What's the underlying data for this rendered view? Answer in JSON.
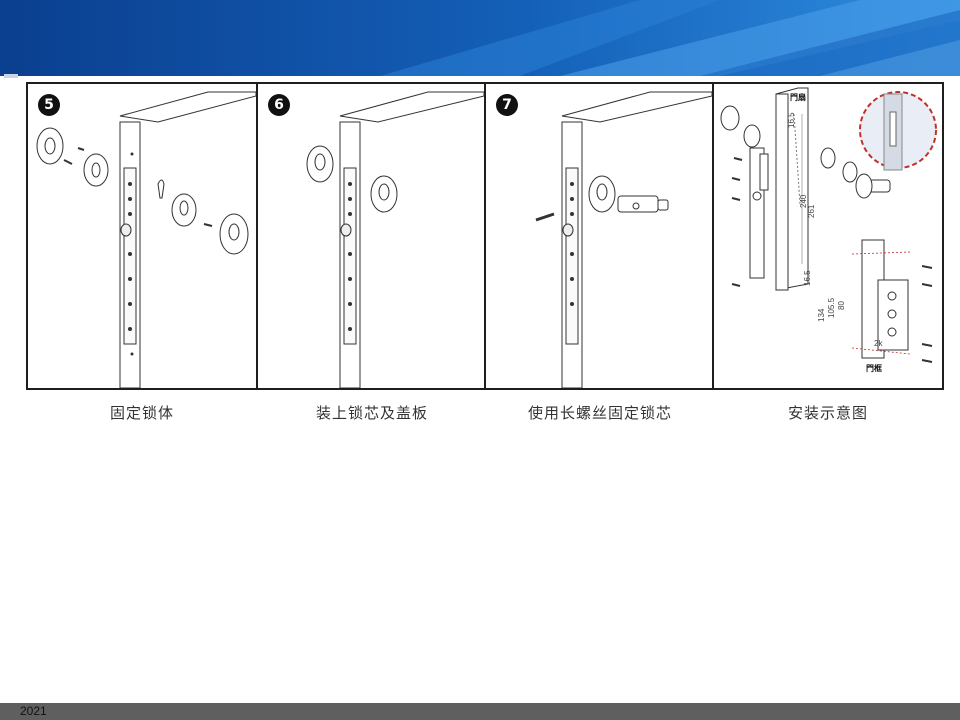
{
  "header": {
    "colors": {
      "dark": "#0a4da3",
      "mid": "#1b6fc6",
      "light": "#5aa3e6"
    }
  },
  "steps": [
    {
      "number": "5",
      "caption": "固定锁体"
    },
    {
      "number": "6",
      "caption": "装上锁芯及盖板"
    },
    {
      "number": "7",
      "caption": "使用长螺丝固定锁芯"
    },
    {
      "number": "",
      "caption": "安装示意图"
    }
  ],
  "diagram": {
    "door_frame_label_top": "門扇",
    "door_frame_label_bottom": "門框",
    "dimensions_top": [
      "16.5",
      "240",
      "261",
      "16.5"
    ],
    "dimensions_bottom": [
      "134",
      "105.5",
      "80",
      "2k"
    ]
  },
  "footer": {
    "year": "2021"
  }
}
